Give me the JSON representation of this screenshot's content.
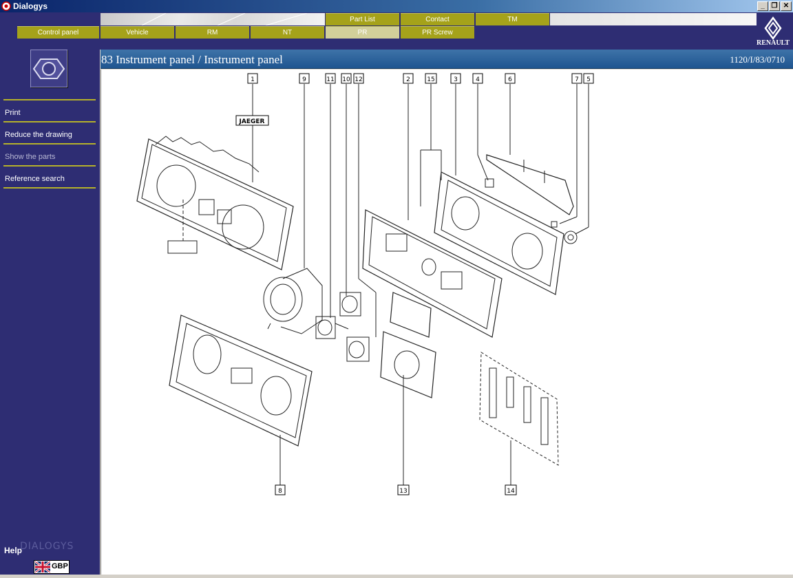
{
  "window": {
    "title": "Dialogys",
    "buttons": [
      "_",
      "❐",
      "✕"
    ]
  },
  "header": {
    "top_tabs": [
      "Part List",
      "Contact",
      "TM"
    ],
    "main_tabs": [
      "Control panel",
      "Vehicle",
      "RM",
      "NT",
      "PR",
      "PR Screw"
    ],
    "active_tab": "PR",
    "brand": "RENAULT",
    "accent_color": "#a5a21a",
    "background_color": "#2e2d73"
  },
  "sidebar": {
    "logo_icon": "nut-icon",
    "items": [
      {
        "label": "Print",
        "enabled": true
      },
      {
        "label": "Reduce the drawing",
        "enabled": true
      },
      {
        "label": "Show the parts",
        "enabled": false
      },
      {
        "label": "Reference search",
        "enabled": true
      }
    ],
    "help": "Help",
    "watermark": "DIALOGYS",
    "language": "GBP"
  },
  "content": {
    "title": "83 Instrument panel / Instrument panel",
    "reference": "1120/I/83/0710",
    "drawing": {
      "brand_label": "JAEGER",
      "callouts_top": [
        "1",
        "9",
        "11",
        "10",
        "12",
        "2",
        "15",
        "3",
        "4",
        "6",
        "7",
        "5"
      ],
      "callouts_bottom": [
        "8",
        "13",
        "14"
      ]
    }
  }
}
